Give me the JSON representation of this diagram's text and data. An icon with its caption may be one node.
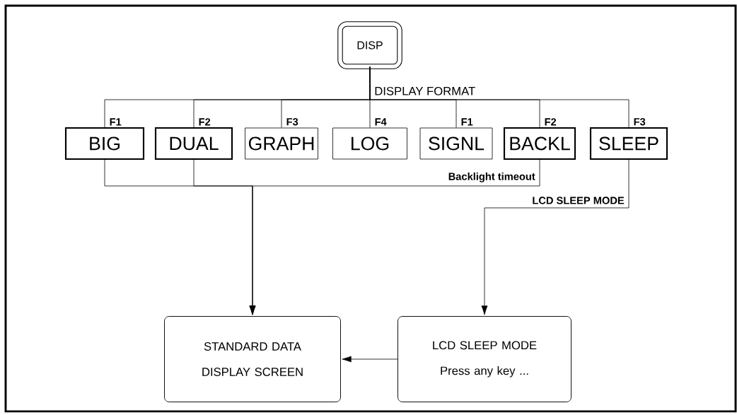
{
  "diagram": {
    "nodes": [
      {
        "text": [
          "DISP"
        ]
      },
      {
        "text": [
          "BIG"
        ],
        "beside": [
          "F1"
        ]
      },
      {
        "text": [
          "DUAL"
        ],
        "beside": [
          "F2"
        ]
      },
      {
        "text": [
          "GRAPH"
        ],
        "beside": [
          "F3"
        ]
      },
      {
        "text": [
          "LOG"
        ],
        "beside": [
          "F4"
        ]
      },
      {
        "text": [
          "SIGNL"
        ],
        "beside": [
          "F1"
        ]
      },
      {
        "text": [
          "BACKL"
        ],
        "beside": [
          "F2"
        ]
      },
      {
        "text": [
          "SLEEP"
        ],
        "beside": [
          "F3"
        ]
      },
      {
        "text": [
          "STANDARD DATA DISPLAY SCREEN"
        ]
      },
      {
        "text": [
          "LCD SLEEP MODE",
          "Press any key ..."
        ]
      }
    ],
    "edges": [
      {
        "from": 0,
        "to": 1,
        "arrow": "none"
      },
      {
        "from": 0,
        "to": 2,
        "arrow": "none"
      },
      {
        "from": 0,
        "to": 3,
        "arrow": "none"
      },
      {
        "from": 0,
        "to": 4,
        "arrow": "none"
      },
      {
        "from": 0,
        "to": 5,
        "arrow": "none"
      },
      {
        "from": 0,
        "to": 6,
        "arrow": "none"
      },
      {
        "from": 0,
        "to": 7,
        "arrow": "none"
      },
      {
        "from": 1,
        "to": 8,
        "arrow": "to"
      },
      {
        "from": 2,
        "to": 8,
        "arrow": "to"
      },
      {
        "from": 6,
        "to": 8,
        "arrow": "to",
        "label": "Backlight timeout"
      },
      {
        "from": 7,
        "to": 9,
        "arrow": "to",
        "label": "LCD SLEEP MODE"
      },
      {
        "from": 9,
        "to": 8,
        "arrow": "to"
      }
    ],
    "labels": [
      "DISPLAY FORMAT"
    ]
  }
}
